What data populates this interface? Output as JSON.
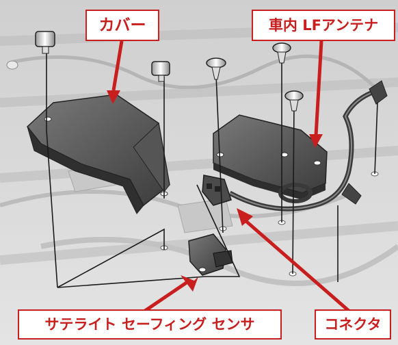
{
  "labels": {
    "cover": "カバー",
    "antenna": "車内 LFアンテナ",
    "sensor": "サテライト セーフィング センサ",
    "connector": "コネクタ"
  },
  "colors": {
    "callout": "#c81e1e",
    "linework": "#1a1a1a",
    "part_dark": "#4a4a4a",
    "part_mid": "#6b6b6b",
    "floor": "#d9d9d9"
  },
  "icons": [
    "bolt-icon",
    "screw-icon"
  ]
}
